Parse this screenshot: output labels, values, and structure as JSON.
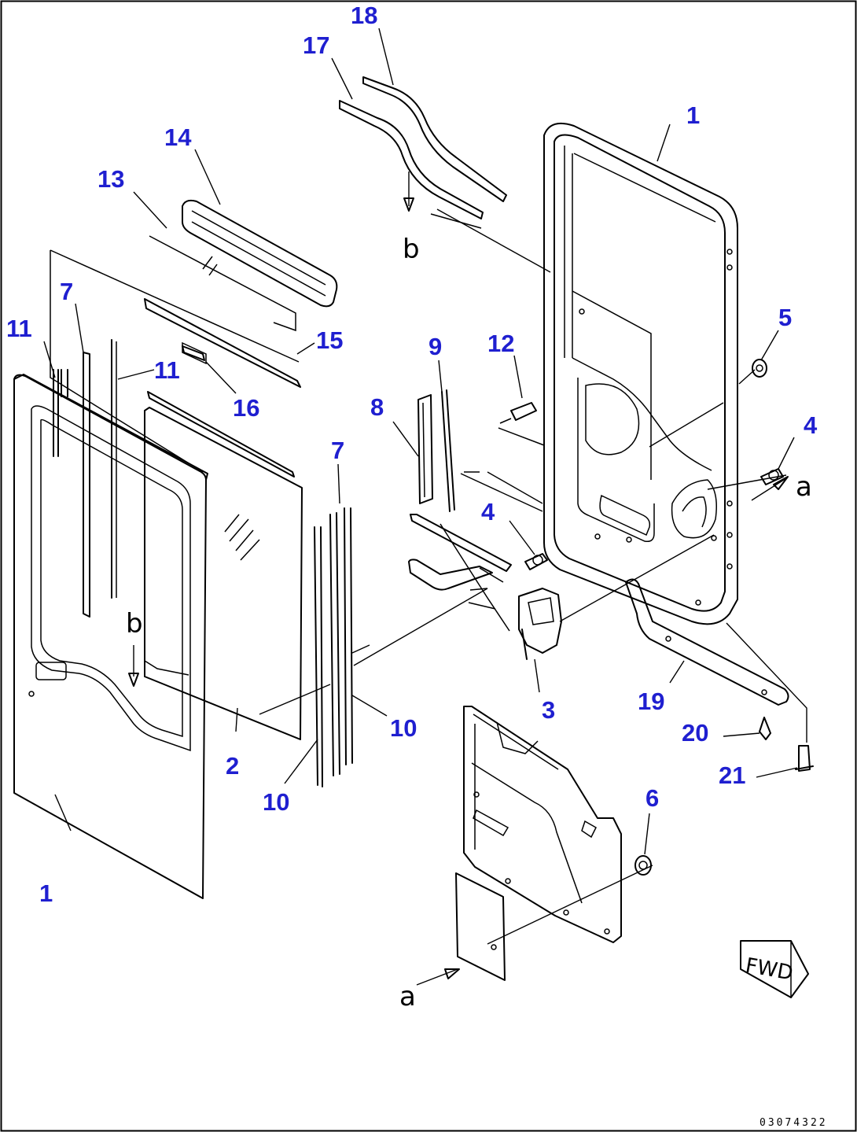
{
  "diagram": {
    "part_numbers": {
      "p1_top": "1",
      "p1_bottom": "1",
      "p2": "2",
      "p3": "3",
      "p4_right": "4",
      "p4_center": "4",
      "p5": "5",
      "p6": "6",
      "p7_left": "7",
      "p7_center": "7",
      "p8": "8",
      "p9": "9",
      "p10_center": "10",
      "p10_left": "10",
      "p11_left": "11",
      "p11_right": "11",
      "p12": "12",
      "p13": "13",
      "p14": "14",
      "p15": "15",
      "p16": "16",
      "p17": "17",
      "p18": "18",
      "p19": "19",
      "p20": "20",
      "p21": "21"
    },
    "reference_marks": {
      "a_right": "a",
      "a_bottom": "a",
      "b_top": "b",
      "b_door": "b"
    },
    "forward_badge": "FWD",
    "drawing_code": "03074322",
    "callout_color": "#1f1fd0"
  }
}
